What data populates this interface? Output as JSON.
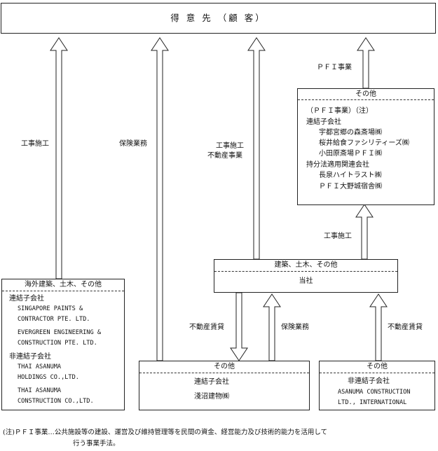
{
  "customers": {
    "title": "得 意 先 （顧 客）"
  },
  "pfi_box": {
    "header": "その他",
    "lines": [
      "（ＰＦＩ事業）（注）",
      "連結子会社",
      "宇都宮郷の森斎場㈱",
      "桜井給食ファシリティーズ㈱",
      "小田原斎場ＰＦＩ㈱",
      "持分法適用関連会社",
      "長泉ハイトラスト㈱",
      "ＰＦＩ大野城宿舎㈱"
    ]
  },
  "overseas_box": {
    "header": "海外建築、土木、その他",
    "lines": [
      "連結子会社",
      "SINGAPORE PAINTS &",
      "CONTRACTOR PTE. LTD.",
      "EVERGREEN ENGINEERING &",
      "CONSTRUCTION PTE. LTD.",
      "非連結子会社",
      "THAI ASANUMA",
      "HOLDINGS CO.,LTD.",
      "THAI ASANUMA",
      "CONSTRUCTION CO.,LTD."
    ]
  },
  "company_box": {
    "header": "建築、土木、その他",
    "name": "当社"
  },
  "other_box_mid": {
    "header": "その他",
    "lines": [
      "連結子会社",
      "淺沼建物㈱"
    ]
  },
  "other_box_right": {
    "header": "その他",
    "lines": [
      "非連結子会社",
      "ASANUMA CONSTRUCTION",
      "LTD., INTERNATIONAL"
    ]
  },
  "arrow_labels": {
    "a1": "工事施工",
    "a2": "保険業務",
    "a3_1": "工事施工",
    "a3_2": "不動産事業",
    "a4": "ＰＦＩ事業",
    "a5": "工事施工",
    "a6": "不動産賃貸",
    "a7": "保険業務",
    "a8": "不動産賃貸"
  },
  "note": {
    "line1": "(注)ＰＦＩ事業…公共施設等の建設、運営及び維持管理等を民間の資金、経営能力及び技術的能力を活用して",
    "line2": "行う事業手法。"
  }
}
